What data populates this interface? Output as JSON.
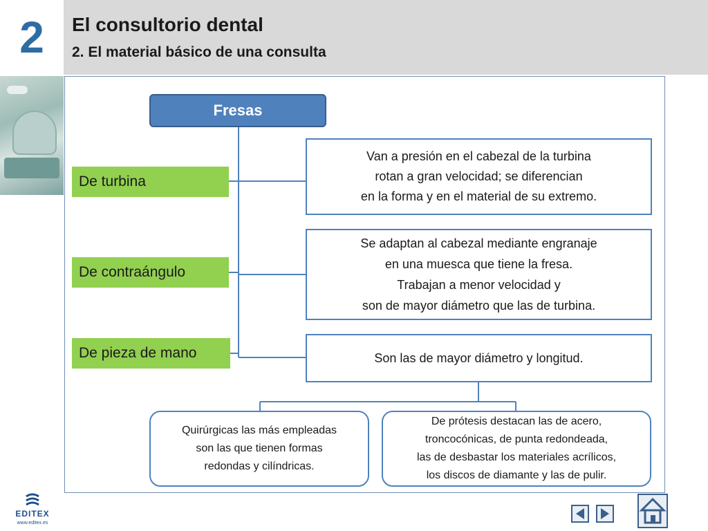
{
  "header": {
    "chapter_number": "2",
    "title": "El consultorio dental",
    "subtitle": "2. El material básico de una consulta"
  },
  "diagram": {
    "root": "Fresas",
    "categories": [
      {
        "label": "De turbina",
        "description": "Van a presión en el cabezal de la turbina\nrotan a gran velocidad; se diferencian\nen la forma y en el material de su extremo."
      },
      {
        "label": "De contraángulo",
        "description": "Se adaptan al cabezal mediante engranaje\nen una muesca que tiene la fresa.\nTrabajan a menor velocidad y\nson de mayor diámetro que las de turbina."
      },
      {
        "label": "De pieza de mano",
        "description": "Son las de mayor diámetro y longitud."
      }
    ],
    "sub_types": [
      "Quirúrgicas las más empleadas\nson las que tienen formas\nredondas y cilíndricas.",
      "De prótesis destacan las de acero,\ntroncocónicas, de punta redondeada,\nlas de desbastar los materiales acrílicos,\nlos discos de diamante y las de pulir."
    ],
    "colors": {
      "root_fill": "#4f81bd",
      "category_fill": "#92d050",
      "border": "#4f81bd"
    }
  },
  "footer": {
    "brand": "EDITEX",
    "url": "www.editex.es",
    "nav": {
      "prev_icon": "triangle-left-icon",
      "next_icon": "triangle-right-icon",
      "home_icon": "home-icon"
    }
  }
}
